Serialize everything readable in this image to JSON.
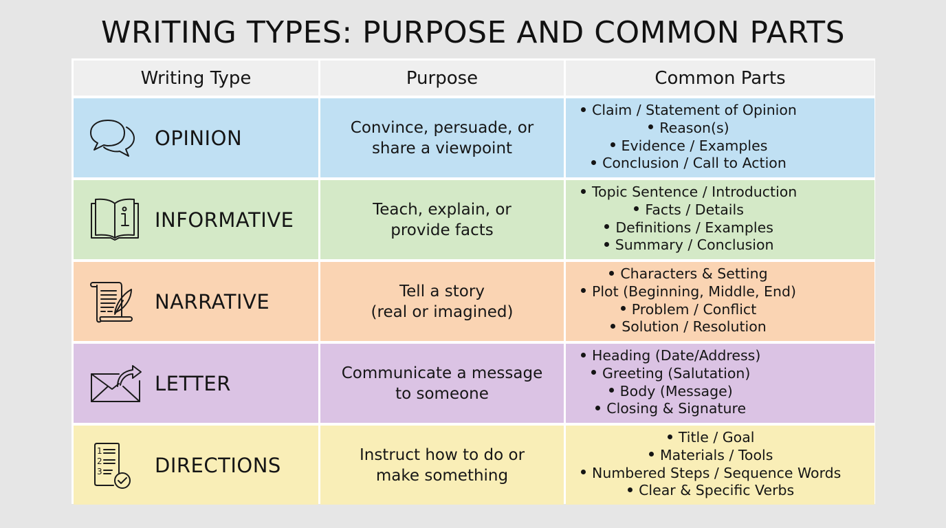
{
  "title": "WRITING TYPES: PURPOSE AND COMMON PARTS",
  "table": {
    "headers": [
      "Writing Type",
      "Purpose",
      "Common Parts"
    ],
    "rows": [
      {
        "type": "OPINION",
        "icon": "speech-bubbles-icon",
        "purpose": "Convince, persuade, or\nshare a viewpoint",
        "color": "#c0e0f3",
        "parts": [
          "Claim / Statement of Opinion",
          "Reason(s)",
          "Evidence / Examples",
          "Conclusion / Call to Action"
        ]
      },
      {
        "type": "INFORMATIVE",
        "icon": "open-book-info-icon",
        "purpose": "Teach, explain, or\nprovide facts",
        "color": "#d4e9c7",
        "parts": [
          "Topic Sentence / Introduction",
          "Facts / Details",
          "Definitions / Examples",
          "Summary / Conclusion"
        ]
      },
      {
        "type": "NARRATIVE",
        "icon": "scroll-quill-icon",
        "purpose": "Tell a story\n(real or imagined)",
        "color": "#fad4b3",
        "parts": [
          "Characters & Setting",
          "Plot (Beginning, Middle, End)",
          "Problem / Conflict",
          "Solution / Resolution"
        ]
      },
      {
        "type": "LETTER",
        "icon": "envelope-send-icon",
        "purpose": "Communicate a message\nto someone",
        "color": "#dbc3e4",
        "parts": [
          "Heading (Date/Address)",
          "Greeting (Salutation)",
          "Body (Message)",
          "Closing & Signature"
        ]
      },
      {
        "type": "DIRECTIONS",
        "icon": "numbered-checklist-icon",
        "purpose": "Instruct how to do or\nmake something",
        "color": "#f9eeb7",
        "parts": [
          "Title / Goal",
          "Materials / Tools",
          "Numbered Steps / Sequence Words",
          "Clear & Specific Verbs"
        ],
        "icon_numbers": [
          "1",
          "2",
          "3"
        ]
      }
    ]
  }
}
